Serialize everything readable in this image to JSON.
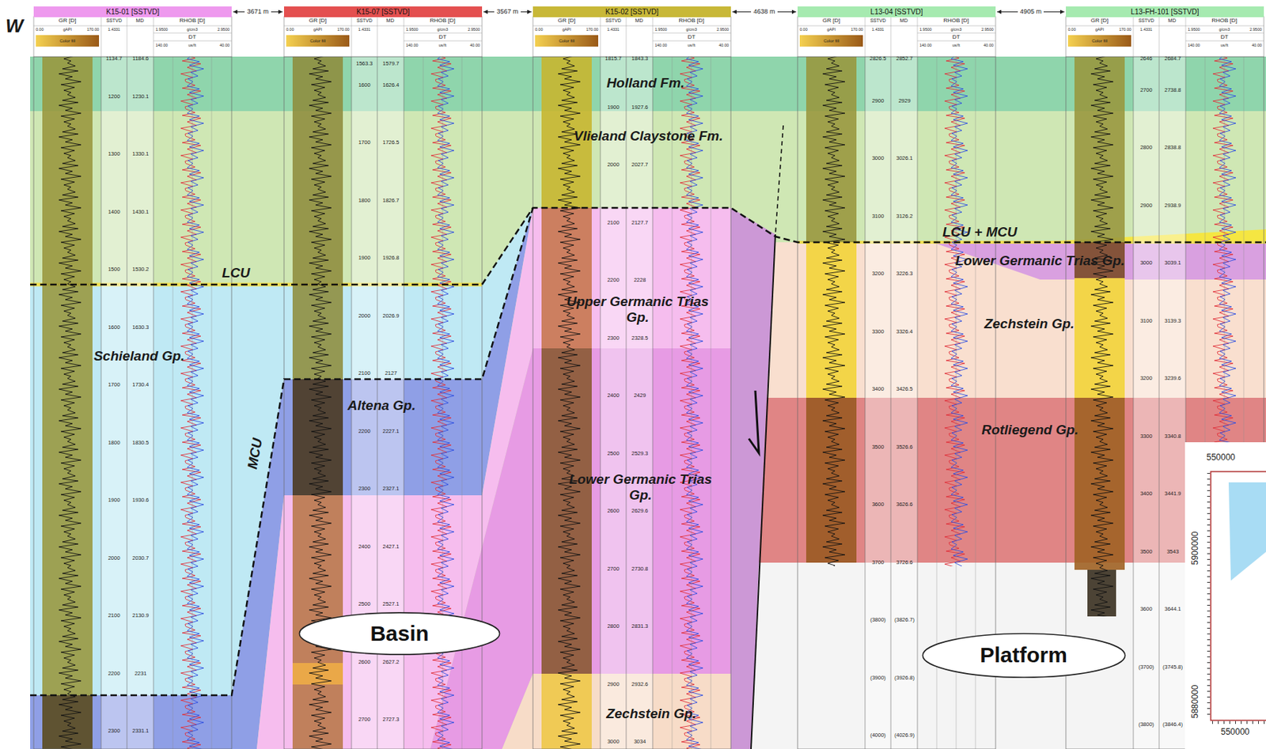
{
  "diagram": {
    "nodes": [
      {
        "text": [
          "K15-01 [SSTVD]"
        ]
      },
      {
        "text": [
          "K15-07 [SSTVD]"
        ]
      },
      {
        "text": [
          "K15-02 [SSTVD]"
        ]
      },
      {
        "text": [
          "L13-04 [SSTVD]"
        ]
      },
      {
        "text": [
          "L13-FH-101 [SSTVD]"
        ]
      },
      {
        "text": [
          "Basin"
        ]
      },
      {
        "text": [
          "Platform"
        ]
      }
    ],
    "edges": [
      {
        "from": 0,
        "to": 1,
        "arrow": "both",
        "label": "3671 m"
      },
      {
        "from": 1,
        "to": 2,
        "arrow": "both",
        "label": "3567 m"
      },
      {
        "from": 2,
        "to": 3,
        "arrow": "both",
        "label": "4638 m"
      },
      {
        "from": 3,
        "to": 4,
        "arrow": "both",
        "label": "4905 m"
      }
    ],
    "labels": [
      "W",
      "Holland Fm.",
      "Vlieland Claystone Fm.",
      "LCU",
      "Schieland Gp.",
      "MCU",
      "Altena Gp.",
      "Upper Germanic Trias Gp.",
      "Lower Germanic Trias Gp.",
      "Zechstein Gp.",
      "LCU + MCU",
      "Lower Germanic Trias Gp.",
      "Zechstein Gp.",
      "Rotliegend Gp.",
      "550000",
      "5900000",
      "5880000",
      "550000",
      "GR [D]",
      "SSTVD",
      "MD",
      "RHOB [D]",
      "0.00",
      "gAPI",
      "170.00",
      "1.4331",
      "1.9500",
      "g/cm3",
      "2.9500",
      "DT",
      "140.00",
      "us/ft",
      "40.00",
      "Color fill",
      "GR [D]",
      "SSTVD",
      "MD",
      "RHOB [D]",
      "0.00",
      "gAPI",
      "170.00",
      "1.4331",
      "1.9500",
      "g/cm3",
      "2.9500",
      "DT",
      "140.00",
      "us/ft",
      "40.00",
      "Color fill",
      "GR [D]",
      "SSTVD",
      "MD",
      "RHOB [D]",
      "0.00",
      "gAPI",
      "170.00",
      "1.4331",
      "1.9500",
      "g/cm3",
      "2.9500",
      "DT",
      "140.00",
      "us/ft",
      "40.00",
      "Color fill",
      "GR [D]",
      "SSTVD",
      "MD",
      "RHOB [D]",
      "0.00",
      "gAPI",
      "170.00",
      "1.4331",
      "1.9500",
      "g/cm3",
      "2.9500",
      "DT",
      "140.00",
      "us/ft",
      "40.00",
      "Color fill",
      "GR [D]",
      "SSTVD",
      "MD",
      "RHOB [D]",
      "0.00",
      "gAPI",
      "170.00",
      "1.4331",
      "1.9500",
      "g/cm3",
      "2.9500",
      "DT",
      "140.00",
      "us/ft",
      "40.00",
      "Color fill",
      "1134.7",
      "1184.6",
      "1200",
      "1230.1",
      "1300",
      "1330.1",
      "1400",
      "1430.1",
      "1500",
      "1530.2",
      "1600",
      "1630.3",
      "1700",
      "1730.4",
      "1800",
      "1830.5",
      "1900",
      "1930.6",
      "2000",
      "2030.7",
      "2100",
      "2130.9",
      "2200",
      "2231",
      "2300",
      "2331.1",
      "1563.3",
      "1579.7",
      "1600",
      "1626.4",
      "1700",
      "1726.5",
      "1800",
      "1826.7",
      "1900",
      "1926.8",
      "2000",
      "2026.9",
      "2100",
      "2127",
      "2200",
      "2227.1",
      "2300",
      "2327.1",
      "2400",
      "2427.1",
      "2500",
      "2527.1",
      "2600",
      "2627.2",
      "2700",
      "2727.3",
      "1815.7",
      "1843.3",
      "1900",
      "1927.6",
      "2000",
      "2027.7",
      "2100",
      "2127.7",
      "2200",
      "2228",
      "2300",
      "2328.5",
      "2400",
      "2429",
      "2500",
      "2529.3",
      "2600",
      "2629.6",
      "2700",
      "2730.8",
      "2800",
      "2831.3",
      "2900",
      "2932.6",
      "3000",
      "3034",
      "2826.5",
      "2852.7",
      "2900",
      "2929",
      "3000",
      "3026.1",
      "3100",
      "3126.2",
      "3200",
      "3226.3",
      "3300",
      "3326.4",
      "3400",
      "3426.5",
      "3500",
      "3526.6",
      "3600",
      "3626.6",
      "3700",
      "3726.6",
      "(3800)",
      "(3826.7)",
      "(3900)",
      "(3926.8)",
      "(4000)",
      "(4026.9)",
      "2646",
      "2684.7",
      "2700",
      "2738.8",
      "2800",
      "2838.8",
      "2900",
      "2938.9",
      "3000",
      "3039.1",
      "3100",
      "3139.3",
      "3200",
      "3239.6",
      "3300",
      "3340.8",
      "3400",
      "3441.9",
      "3500",
      "3543",
      "3600",
      "3644.1",
      "(3700)",
      "(3745.8)",
      "(3800)",
      "(3846.4)"
    ]
  }
}
